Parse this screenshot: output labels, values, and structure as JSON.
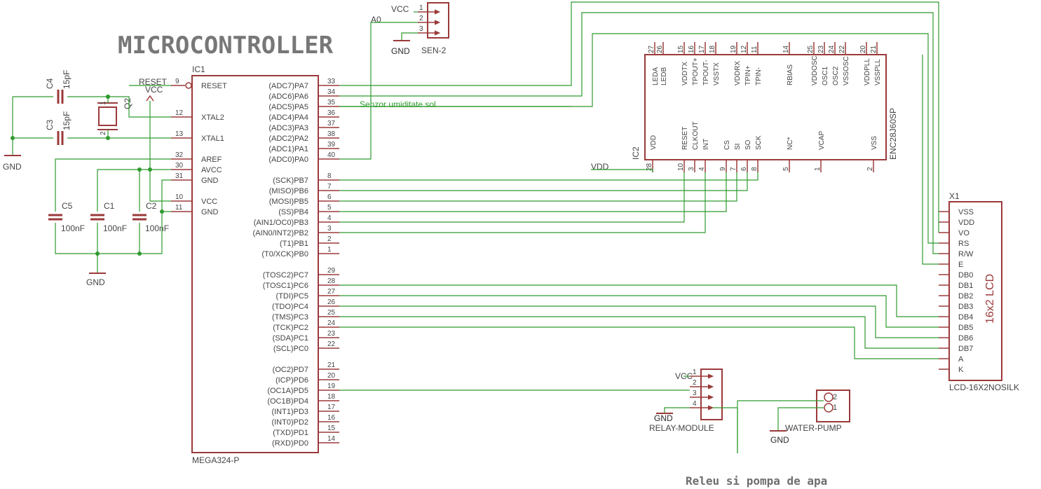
{
  "title": "MICROCONTROLLER",
  "note_relay": "Releu si pompa de apa",
  "net_label_sensor": "Senzor umiditate sol",
  "colors": {
    "symbol": "#9b3a3a",
    "wire": "#2f9a2f",
    "text": "#444444",
    "background": "#ffffff"
  },
  "ic1": {
    "name": "IC1",
    "value": "MEGA324-P",
    "left_pins": [
      {
        "num": "9",
        "name": "RESET"
      },
      {
        "num": "12",
        "name": "XTAL2"
      },
      {
        "num": "13",
        "name": "XTAL1"
      },
      {
        "num": "32",
        "name": "AREF"
      },
      {
        "num": "30",
        "name": "AVCC"
      },
      {
        "num": "31",
        "name": "GND"
      },
      {
        "num": "10",
        "name": "VCC"
      },
      {
        "num": "11",
        "name": "GND"
      }
    ],
    "right_pins": [
      {
        "num": "33",
        "name": "(ADC7)PA7"
      },
      {
        "num": "34",
        "name": "(ADC6)PA6"
      },
      {
        "num": "35",
        "name": "(ADC5)PA5"
      },
      {
        "num": "36",
        "name": "(ADC4)PA4"
      },
      {
        "num": "37",
        "name": "(ADC3)PA3"
      },
      {
        "num": "38",
        "name": "(ADC2)PA2"
      },
      {
        "num": "39",
        "name": "(ADC1)PA1"
      },
      {
        "num": "40",
        "name": "(ADC0)PA0"
      },
      {
        "num": "8",
        "name": "(SCK)PB7"
      },
      {
        "num": "7",
        "name": "(MISO)PB6"
      },
      {
        "num": "6",
        "name": "(MOSI)PB5"
      },
      {
        "num": "5",
        "name": "(SS)PB4"
      },
      {
        "num": "4",
        "name": "(AIN1/OC0)PB3"
      },
      {
        "num": "3",
        "name": "(AIN0/INT2)PB2"
      },
      {
        "num": "2",
        "name": "(T1)PB1"
      },
      {
        "num": "1",
        "name": "(T0/XCK)PB0"
      },
      {
        "num": "29",
        "name": "(TOSC2)PC7"
      },
      {
        "num": "28",
        "name": "(TOSC1)PC6"
      },
      {
        "num": "27",
        "name": "(TDI)PC5"
      },
      {
        "num": "26",
        "name": "(TDO)PC4"
      },
      {
        "num": "25",
        "name": "(TMS)PC3"
      },
      {
        "num": "24",
        "name": "(TCK)PC2"
      },
      {
        "num": "23",
        "name": "(SDA)PC1"
      },
      {
        "num": "22",
        "name": "(SCL)PC0"
      },
      {
        "num": "21",
        "name": "(OC2)PD7"
      },
      {
        "num": "20",
        "name": "(ICP)PD6"
      },
      {
        "num": "19",
        "name": "(OC1A)PD5"
      },
      {
        "num": "18",
        "name": "(OC1B)PD4"
      },
      {
        "num": "17",
        "name": "(INT1)PD3"
      },
      {
        "num": "16",
        "name": "(INT0)PD2"
      },
      {
        "num": "15",
        "name": "(TXD)PD1"
      },
      {
        "num": "14",
        "name": "(RXD)PD0"
      }
    ]
  },
  "ic2": {
    "name": "IC2",
    "value": "ENC28J60SP",
    "top_pins": [
      {
        "num": "27",
        "name": "LEDA"
      },
      {
        "num": "26",
        "name": "LEDB"
      },
      {
        "num": "15",
        "name": "VDDTX"
      },
      {
        "num": "16",
        "name": "TPOUT+"
      },
      {
        "num": "17",
        "name": "TPOUT-"
      },
      {
        "num": "18",
        "name": "VSSTX"
      },
      {
        "num": "19",
        "name": "VDDRX"
      },
      {
        "num": "12",
        "name": "TPIN+"
      },
      {
        "num": "11",
        "name": "TPIN-"
      },
      {
        "num": "14",
        "name": "RBIAS"
      },
      {
        "num": "25",
        "name": "VDDOSC"
      },
      {
        "num": "23",
        "name": "OSC1"
      },
      {
        "num": "24",
        "name": "OSC2"
      },
      {
        "num": "22",
        "name": "VSSOSC"
      },
      {
        "num": "20",
        "name": "VDDPLL"
      },
      {
        "num": "21",
        "name": "VSSPLL"
      }
    ],
    "bottom_pins": [
      {
        "num": "28",
        "name": "VDD"
      },
      {
        "num": "10",
        "name": "RESET"
      },
      {
        "num": "3",
        "name": "CLKOUT"
      },
      {
        "num": "4",
        "name": "INT"
      },
      {
        "num": "9",
        "name": "CS"
      },
      {
        "num": "7",
        "name": "SI"
      },
      {
        "num": "6",
        "name": "SO"
      },
      {
        "num": "8",
        "name": "SCK"
      },
      {
        "num": "5",
        "name": "NC*"
      },
      {
        "num": "1",
        "name": "VCAP"
      },
      {
        "num": "2",
        "name": "VSS"
      }
    ],
    "vdd_label": "VDD"
  },
  "lcd": {
    "name": "X1",
    "value": "LCD-16X2NOSILK",
    "body_label": "16x2 LCD",
    "pins": [
      "VSS",
      "VDD",
      "VO",
      "RS",
      "R/W",
      "E",
      "DB0",
      "DB1",
      "DB2",
      "DB3",
      "DB4",
      "DB5",
      "DB6",
      "DB7",
      "A",
      "K"
    ]
  },
  "sensor": {
    "name": "SEN-2",
    "pins": [
      "1",
      "2",
      "3"
    ],
    "vcc": "VCC",
    "a0": "A0",
    "gnd": "GND"
  },
  "relay": {
    "name": "RELAY-MODULE",
    "pins": [
      "1",
      "2",
      "3",
      "4"
    ],
    "vcc": "VCC",
    "gnd": "GND"
  },
  "pump": {
    "name": "WATER-PUMP",
    "pins": [
      "2",
      "1"
    ],
    "gnd": "GND"
  },
  "crystal": {
    "name": "Q2",
    "pins": [
      "1",
      "2"
    ]
  },
  "caps": {
    "c4": {
      "name": "C4",
      "value": "15pF"
    },
    "c3": {
      "name": "C3",
      "value": "15pF"
    },
    "c5": {
      "name": "C5",
      "value": "100nF"
    },
    "c1": {
      "name": "C1",
      "value": "100nF"
    },
    "c2": {
      "name": "C2",
      "value": "100nF"
    }
  },
  "labels": {
    "reset": "RESET",
    "vcc": "VCC",
    "gnd": "GND"
  }
}
